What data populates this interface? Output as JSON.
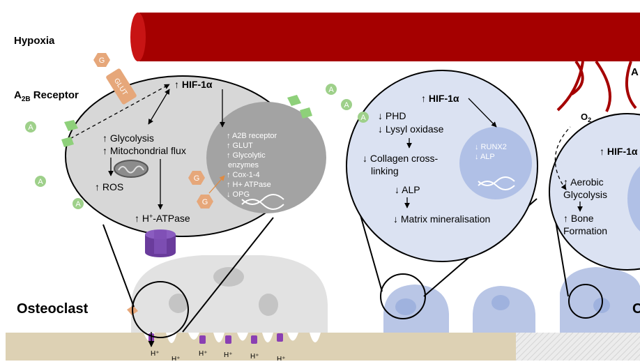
{
  "labels": {
    "hypoxia": "Hypoxia",
    "a2b_receptor": "A",
    "a2b_sub": "2B",
    "a2b_suffix": " Receptor",
    "osteoclast": "Osteoclast",
    "right_edge_label": "O",
    "vessel_edge_label": "A",
    "o2": "O",
    "o2_sub": "2"
  },
  "markers": {
    "adenosine": "A",
    "glucose": "G",
    "glut": "GLUT"
  },
  "osteoclast_zoom": {
    "hif": "↑ HIF-1α",
    "glycolysis": "↑ Glycolysis",
    "mito_flux": "↑ Mitochondrial flux",
    "ros": "↑ ROS",
    "h_atpase_pre": "↑ H",
    "h_atpase_sup": "+",
    "h_atpase_post": "-ATPase",
    "nucleus": [
      "↑ A2B receptor",
      "↑ GLUT",
      "↑ Glycolytic",
      "enzymes",
      "↑ Cox-1-4",
      "↑ H+ ATPase",
      "↓ OPG"
    ]
  },
  "protons": [
    "H⁺",
    "H⁺",
    "H⁺",
    "H⁺",
    "H⁺",
    "H⁺"
  ],
  "osteoblast_zoom": {
    "hif": "↑ HIF-1α",
    "phd": "↓ PHD",
    "lysyl": "↓ Lysyl oxidase",
    "collagen1": "↓ Collagen cross-",
    "collagen2": "linking",
    "alp": "↓ ALP",
    "matrix": "↓ Matrix mineralisation",
    "nucleus": [
      "↓ RUNX2",
      "↓ ALP"
    ]
  },
  "right_zoom": {
    "hif": "↑ HIF-1α",
    "aerobic1": "↑ Aerobic",
    "aerobic2": "Glycolysis",
    "bone1": "↑ Bone",
    "bone2": "Formation"
  },
  "colors": {
    "vessel": "#a50000",
    "zoom_grey": "#d7d7d7",
    "nucleus_grey": "#a3a3a3",
    "cell_blue": "#b9c6e6",
    "nucleus_blue": "#9fb2de",
    "bone": "#ddd1b4",
    "adenosine": "#9ed08a",
    "glucose": "#e6a77a",
    "atpase": "#6a3c9c"
  }
}
